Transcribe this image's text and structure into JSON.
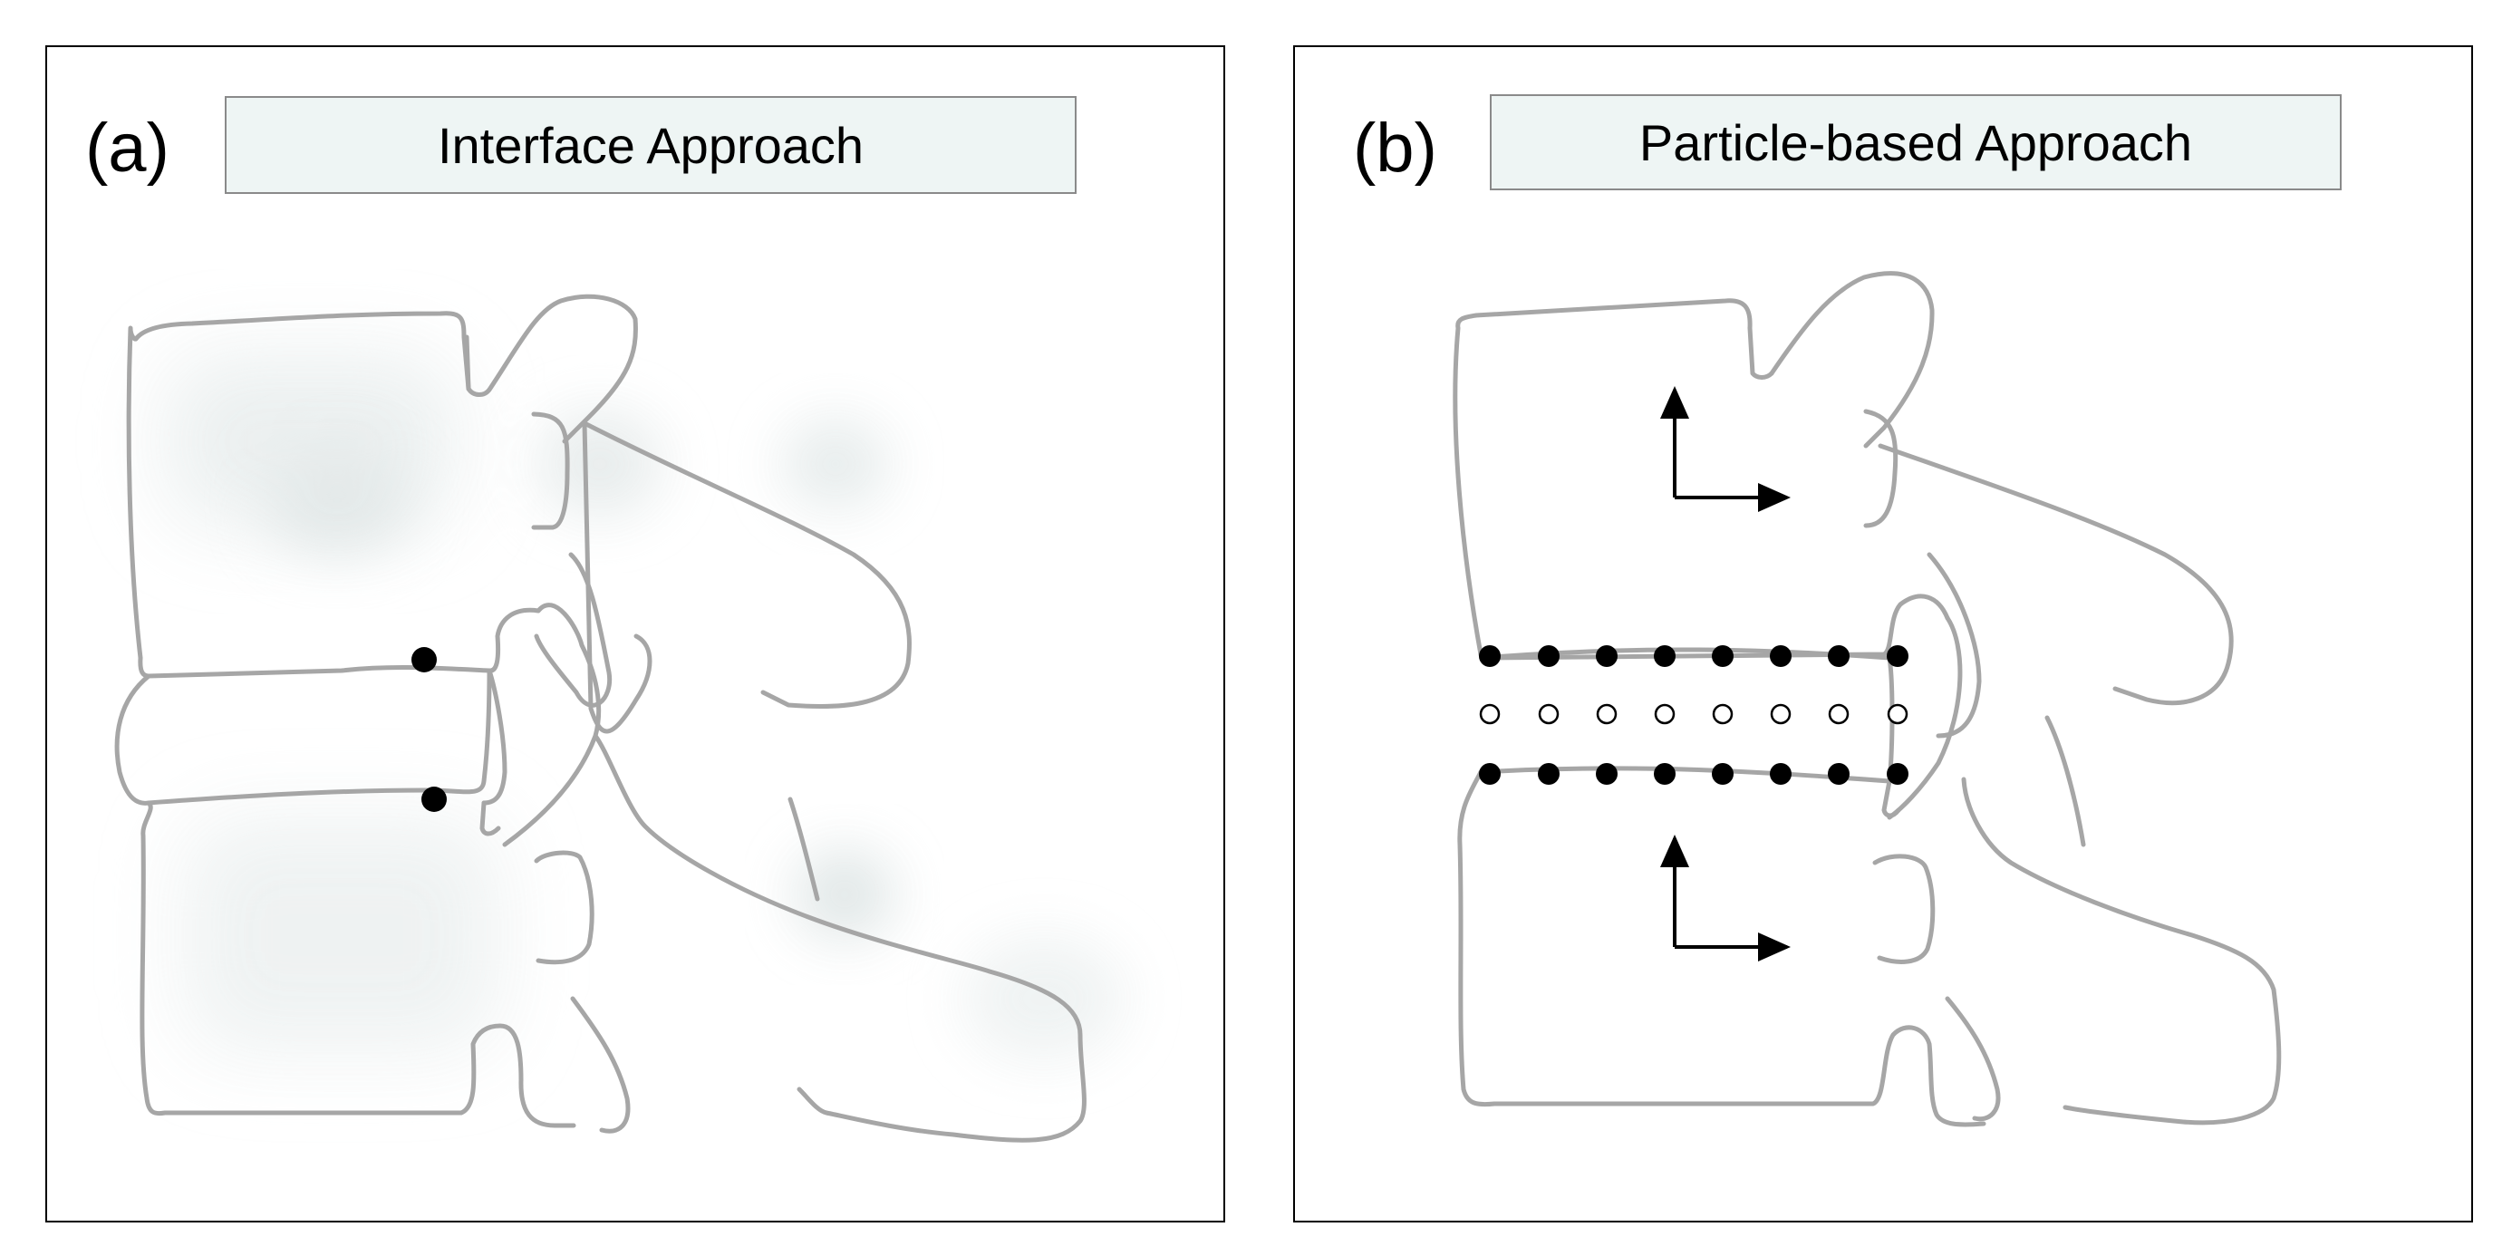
{
  "panels": [
    {
      "letter": "(a)",
      "title": "Interface Approach"
    },
    {
      "letter": "(b)",
      "title": "Particle-based Approach"
    }
  ],
  "colors": {
    "outline": "#a6a6a6",
    "shading": "#e7ecec",
    "title_box_fill": "#eef5f4",
    "title_box_border": "#8a8a8a",
    "point": "#000000"
  },
  "icons": {
    "particle_filled": "filled-circle",
    "particle_hollow": "hollow-circle",
    "frame": "coordinate-axes-icon"
  }
}
